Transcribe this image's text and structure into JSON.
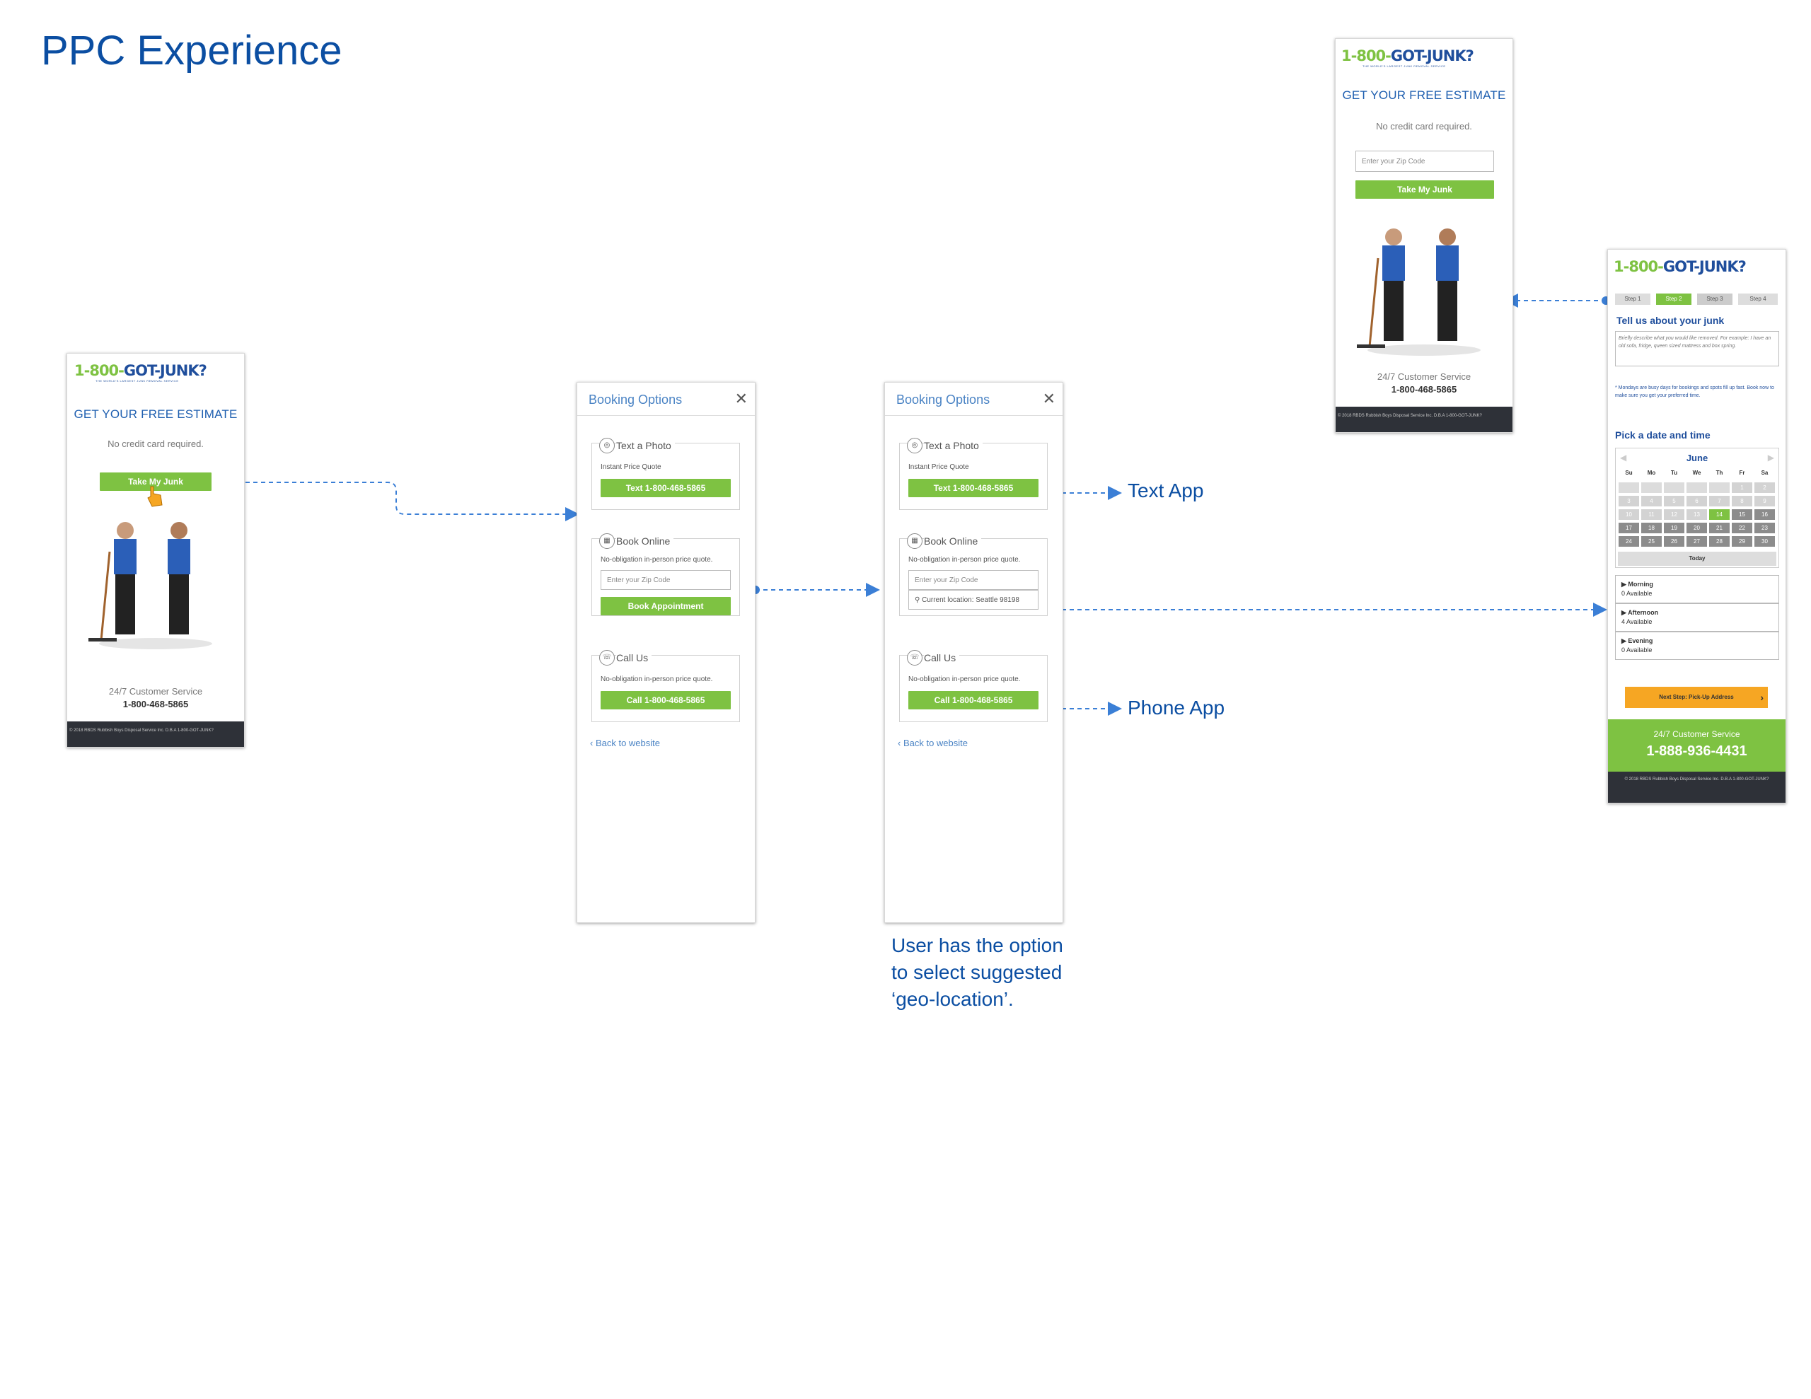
{
  "page_title": "PPC Experience",
  "brand": {
    "logo_number": "1-800-",
    "logo_name": "GOT-JUNK?",
    "logo_tagline": "THE WORLD'S LARGEST JUNK REMOVAL SERVICE",
    "green": "#7ec242",
    "blue": "#1f4e9c"
  },
  "landing": {
    "headline": "GET YOUR FREE ESTIMATE",
    "subtext": "No credit card required.",
    "zip_placeholder": "Enter your Zip Code",
    "cta": "Take My Junk",
    "service_label": "24/7 Customer Service",
    "phone": "1-800-468-5865",
    "footer": "© 2018 RBDS Rubbish Boys Disposal Service Inc. D.B.A 1-800-GOT-JUNK?"
  },
  "booking": {
    "title": "Booking Options",
    "close_icon": "close-icon",
    "text_card": {
      "title": "Text a Photo",
      "sub": "Instant Price Quote",
      "button": "Text 1-800-468-5865"
    },
    "book_card": {
      "title": "Book Online",
      "sub": "No-obligation in-person price quote.",
      "zip_placeholder": "Enter your Zip Code",
      "button": "Book Appointment",
      "location_suggestion": "Current location: Seattle 98198"
    },
    "call_card": {
      "title": "Call Us",
      "sub": "No-obligation in-person price quote.",
      "button": "Call 1-800-468-5865"
    },
    "back": "Back to website"
  },
  "annotations": {
    "text_app": "Text App",
    "phone_app": "Phone App",
    "geo_note": [
      "User has the option",
      "to select suggested",
      "‘geo-location’."
    ]
  },
  "scheduler": {
    "steps": [
      "Step 1",
      "Step 2",
      "Step 3",
      "Step 4"
    ],
    "heading": "Tell us about your junk",
    "textarea_placeholder": "Briefly describe what you would like removed. For example: I have an old sofa, fridge, queen sized mattress and box spring.",
    "notice": "* Mondays are busy days for bookings and spots fill up fast. Book now to make sure you get your preferred time.",
    "pick_heading": "Pick a date and time",
    "month": "June",
    "weekdays": [
      "Su",
      "Mo",
      "Tu",
      "We",
      "Th",
      "Fr",
      "Sa"
    ],
    "days": [
      [
        "",
        "",
        "",
        "",
        "",
        "1",
        "2"
      ],
      [
        "3",
        "4",
        "5",
        "6",
        "7",
        "8",
        "9"
      ],
      [
        "10",
        "11",
        "12",
        "13",
        "14",
        "15",
        "16"
      ],
      [
        "17",
        "18",
        "19",
        "20",
        "21",
        "22",
        "23"
      ],
      [
        "24",
        "25",
        "26",
        "27",
        "28",
        "29",
        "30"
      ]
    ],
    "selected_day": "14",
    "today": "Today",
    "slots": [
      {
        "name": "Morning",
        "availability": "0 Available"
      },
      {
        "name": "Afternoon",
        "availability": "4 Available"
      },
      {
        "name": "Evening",
        "availability": "0 Available"
      }
    ],
    "next": "Next Step: Pick-Up Address",
    "service_label": "24/7 Customer Service",
    "phone": "1-888-936-4431",
    "footer": "© 2018 RBDS Rubbish Boys Disposal Service Inc. D.B.A 1-800-GOT-JUNK?"
  }
}
